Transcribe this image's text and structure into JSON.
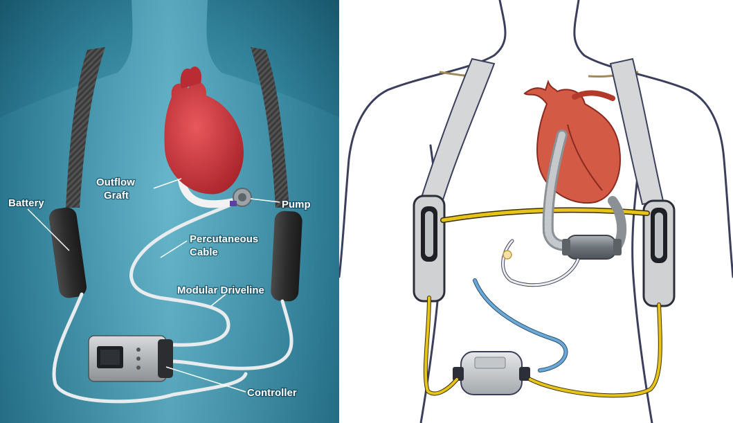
{
  "left_diagram": {
    "labels": {
      "battery": "Battery",
      "outflow_line1": "Outflow",
      "outflow_line2": "Graft",
      "pump": "Pump",
      "percutaneous_line1": "Percutaneous",
      "percutaneous_line2": "Cable",
      "driveline": "Modular Driveline",
      "controller": "Controller"
    }
  },
  "colors": {
    "background_teal": "#2f7f97",
    "heart_red": "#c9343a",
    "cable_white": "#e8ecee",
    "strap_dark": "#3a3a3a",
    "outline_navy": "#3b3f5c",
    "yellow_cable": "#e6c41c",
    "blue_cable": "#6aa9d6"
  }
}
